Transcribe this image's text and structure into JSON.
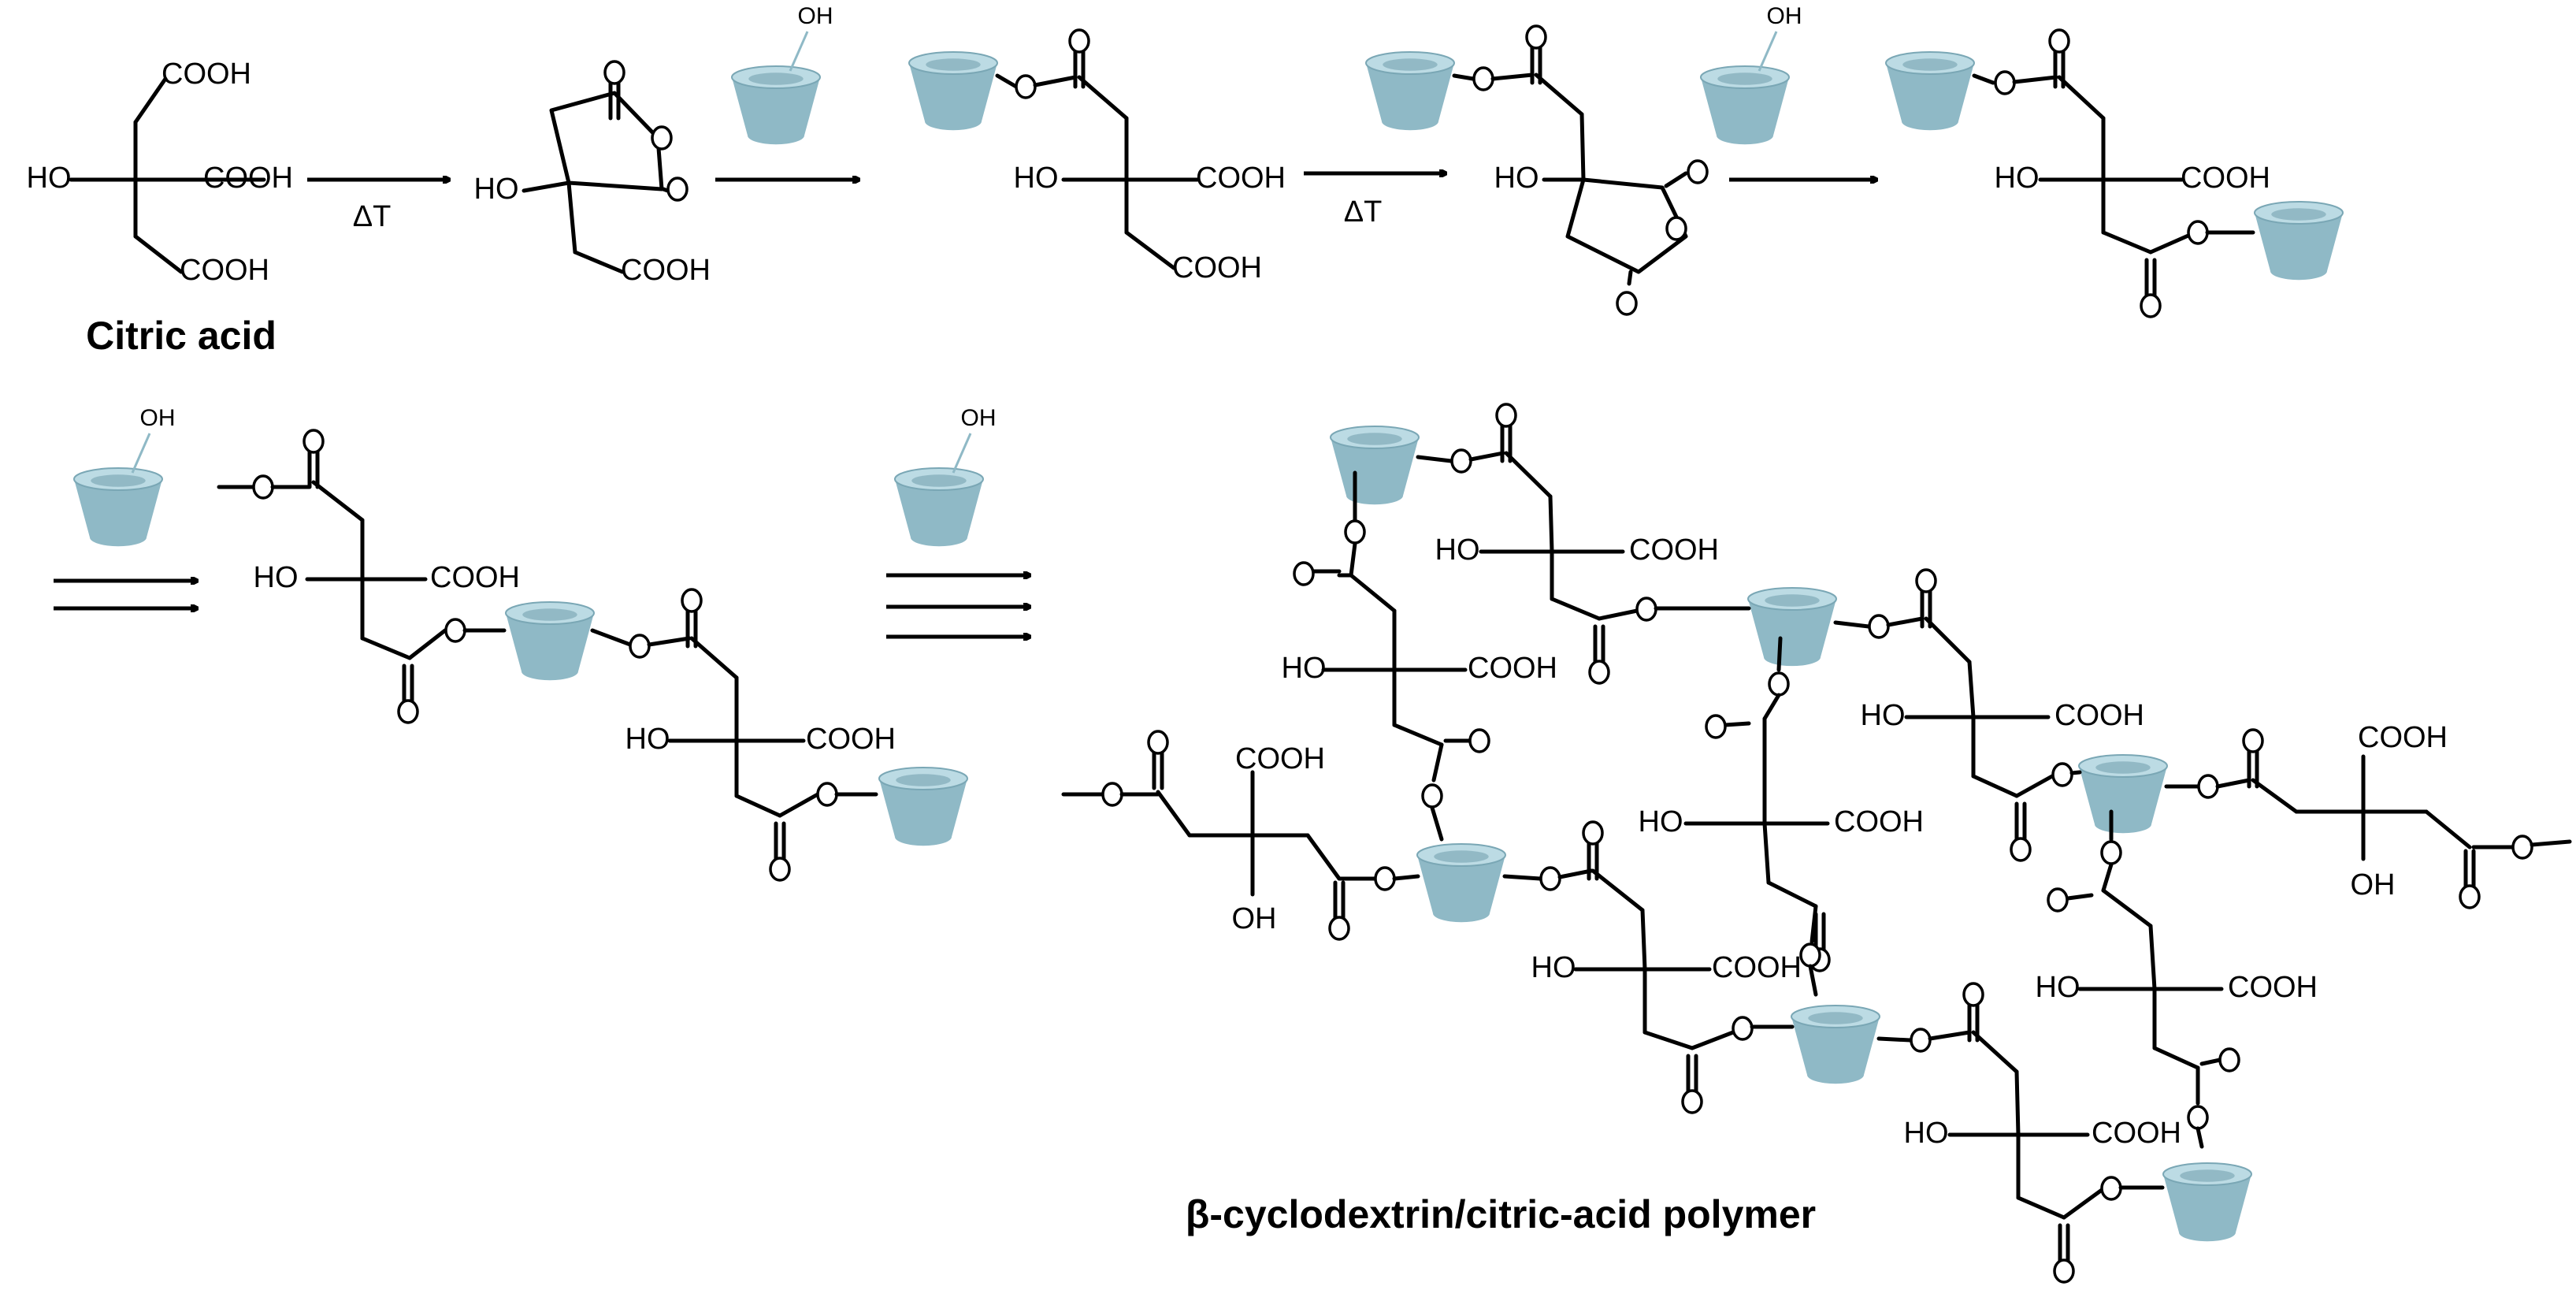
{
  "labels": {
    "citric_acid": "Citric acid",
    "polymer": "β-cyclodextrin/citric-acid polymer",
    "heat": "ΔT",
    "cooh": "COOH",
    "ho": "HO",
    "oh": "OH",
    "o": "O"
  },
  "colors": {
    "cyclodextrin_fill": "#8fb9c6",
    "cyclodextrin_top": "#bcdbe4",
    "ink": "#000000"
  },
  "icons": {
    "cyclodextrin": "truncated-cone-icon"
  }
}
